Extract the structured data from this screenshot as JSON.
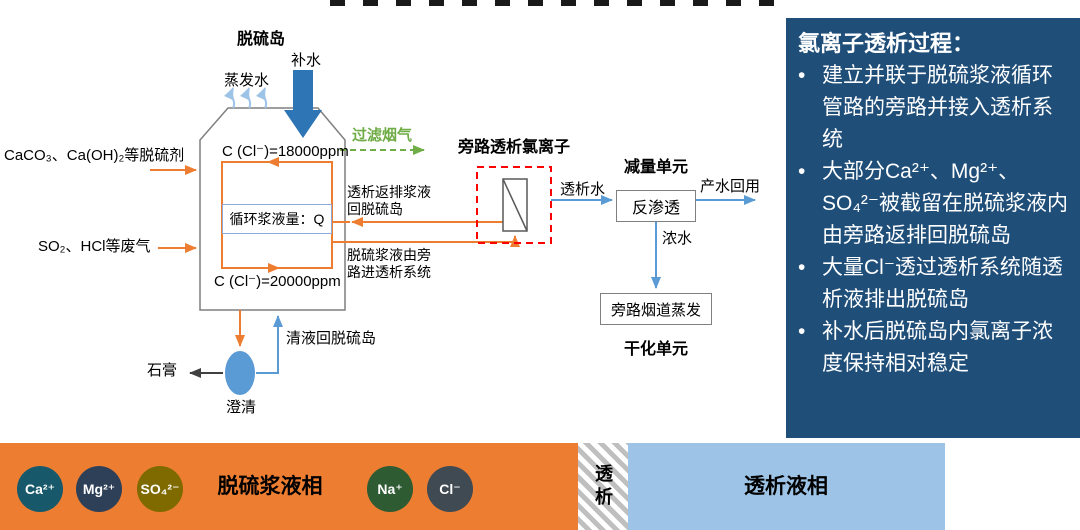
{
  "diagram": {
    "tank": {
      "title": "脱硫岛",
      "cl_top": "C (Cl⁻)=18000ppm",
      "slurry_volume": "循环浆液量：Q",
      "cl_bottom": "C (Cl⁻)=20000ppm"
    },
    "labels": {
      "evaporated_water": "蒸发水",
      "makeup_water": "补水",
      "filtered_flue_gas": "过滤烟气",
      "reagent_input": "CaCO₃、Ca(OH)₂等脱硫剂",
      "waste_gas_input": "SO₂、HCl等废气",
      "dialysis_return": "透析返排浆液回脱硫岛",
      "bypass_feed": "脱硫浆液由旁路进透析系统",
      "bypass_dialysis_title": "旁路透析氯离子",
      "dialysis_water": "透析水",
      "reduction_unit_title": "减量单元",
      "reverse_osmosis": "反渗透",
      "product_water_reuse": "产水回用",
      "concentrated_water": "浓水",
      "bypass_flue_evaporation": "旁路烟道蒸发",
      "drying_unit_title": "干化单元",
      "clear_liquid_return": "清液回脱硫岛",
      "gypsum": "石膏",
      "clarifier": "澄清"
    },
    "colors": {
      "slurry_line": "#ED7D31",
      "water_line": "#5B9BD5",
      "flue_gas_line": "#70AD47",
      "makeup_arrow": "#2E75B6",
      "dialysis_box_border": "#FF0000"
    }
  },
  "info_panel": {
    "bg_color": "#1F4E79",
    "title": "氯离子透析过程：",
    "bullet_char": "•",
    "bullets": [
      "建立并联于脱硫浆液循环管路的旁路并接入透析系统",
      "大部分Ca²⁺、Mg²⁺、SO₄²⁻被截留在脱硫浆液内由旁路返排回脱硫岛",
      "大量Cl⁻透过透析系统随透析液排出脱硫岛",
      "补水后脱硫岛内氯离子浓度保持相对稳定"
    ]
  },
  "legend": {
    "slurry_phase_label": "脱硫浆液相",
    "divider_label": "透析",
    "dialysis_phase_label": "透析液相",
    "slurry_color": "#ED7D31",
    "dialysis_color": "#9DC3E6",
    "ions": [
      {
        "label": "Ca²⁺",
        "style": "background:#17596B"
      },
      {
        "label": "Mg²⁺",
        "style": "background:#2E4057"
      },
      {
        "label": "SO₄²⁻",
        "style": "background:#7F6A00"
      },
      {
        "label": "Na⁺",
        "style": "background:#2F5B33"
      },
      {
        "label": "Cl⁻",
        "style": "background:#3F4A52"
      }
    ]
  }
}
